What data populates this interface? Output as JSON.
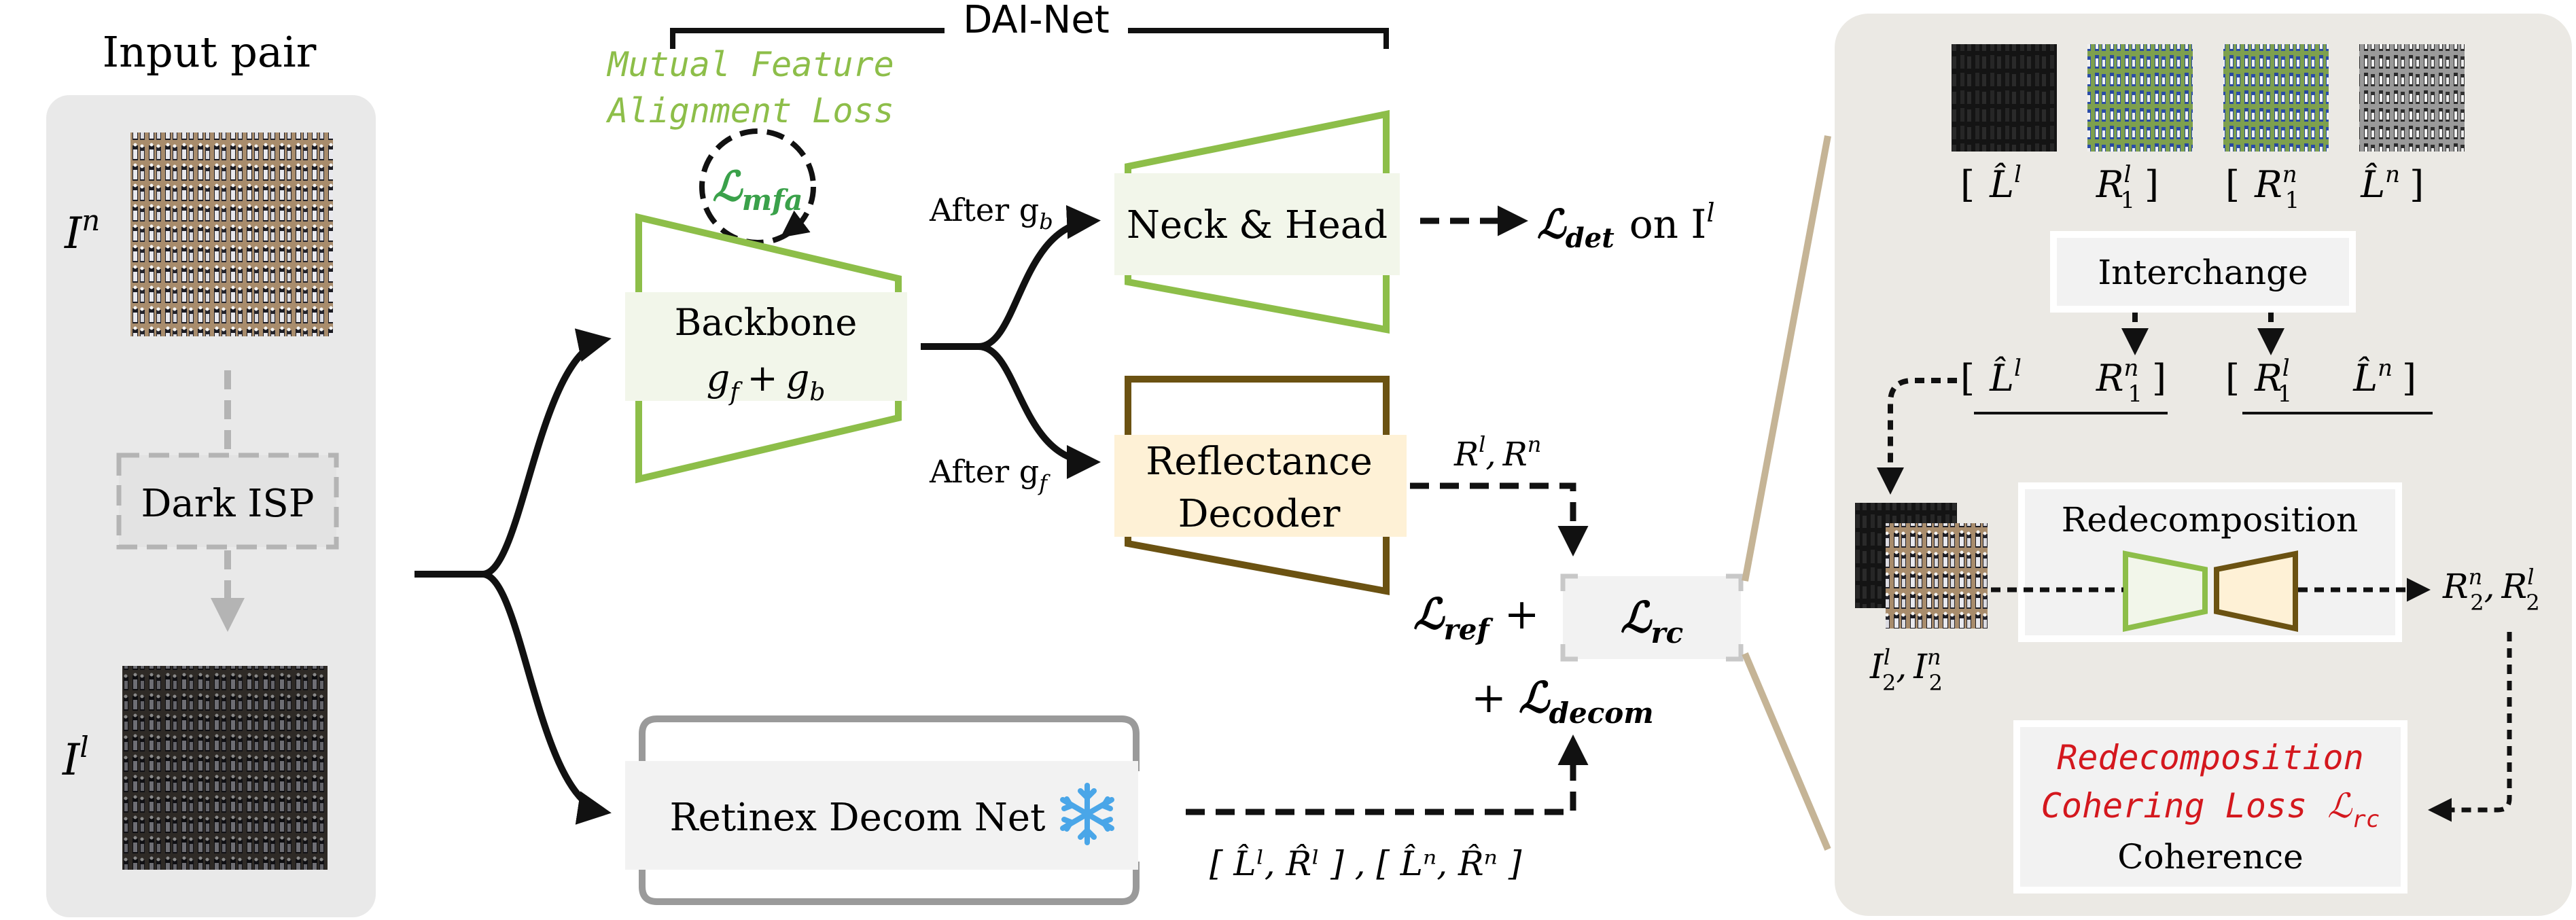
{
  "title": "DAI-Net",
  "input_panel": {
    "title": "Input pair",
    "normal_label": "I",
    "normal_sup": "n",
    "low_label": "I",
    "low_sup": "l",
    "isp_label": "Dark ISP"
  },
  "mfa": {
    "caption_line1": "Mutual Feature",
    "caption_line2": "Alignment Loss",
    "loss_main": "ℒ",
    "loss_sub": "mfa",
    "caption_color": "#8dbe49",
    "loss_color": "#3aa14a"
  },
  "backbone": {
    "line1": "Backbone",
    "g1": "g",
    "g1_sub": "f",
    "plus": "+",
    "g2": "g",
    "g2_sub": "b"
  },
  "after_gb": {
    "text": "After g",
    "sub": "b"
  },
  "after_gf": {
    "text": "After g",
    "sub": "f"
  },
  "neck_head": "Neck & Head",
  "det_loss": {
    "main": "ℒ",
    "sub": "det",
    "suffix": "on I",
    "suffix_sup": "l"
  },
  "reflectance": {
    "line1": "Reflectance",
    "line2": "Decoder"
  },
  "r_outputs": {
    "r": "R",
    "sup_l": "l",
    "sep": ",",
    "r2": "R",
    "sup_n": "n"
  },
  "loss_ref": {
    "main": "ℒ",
    "sub": "ref",
    "plus": "+"
  },
  "loss_rc_box": {
    "main": "ℒ",
    "sub": "rc"
  },
  "loss_decom": {
    "plus": "+",
    "main": "ℒ",
    "sub": "decom"
  },
  "retinex": {
    "label": "Retinex Decom Net",
    "icon": "snowflake-icon"
  },
  "retinex_outputs": "[ L̂ˡ, R̂ˡ ] , [ L̂ⁿ, R̂ⁿ ]",
  "right_panel": {
    "top_labels_left": {
      "open": "[",
      "a": "L̂",
      "a_sup": "l",
      "b": "R",
      "b_sup": "l",
      "b_sub": "1",
      "close": "]"
    },
    "top_labels_right": {
      "open": "[",
      "a": "R",
      "a_sup": "n",
      "a_sub": "1",
      "b": "L̂",
      "b_sup": "n",
      "close": "]"
    },
    "interchange": "Interchange",
    "mid_labels_left": {
      "open": "[",
      "a": "L̂",
      "a_sup": "l",
      "b": "R",
      "b_sup": "n",
      "b_sub": "1",
      "close": "]"
    },
    "mid_labels_right": {
      "open": "[",
      "a": "R",
      "a_sup": "l",
      "a_sub": "1",
      "b": "L̂",
      "b_sup": "n",
      "close": "]"
    },
    "redecomposition": "Redecomposition",
    "i2_label": {
      "a": "I",
      "a_sup": "l",
      "a_sub": "2",
      "sep": ",",
      "b": "I",
      "b_sup": "n",
      "b_sub": "2"
    },
    "r2_label": {
      "a": "R",
      "a_sup": "n",
      "a_sub": "2",
      "sep": ",",
      "b": "R",
      "b_sup": "l",
      "b_sub": "2"
    },
    "coherence_line1": "Redecomposition",
    "coherence_line2": "Cohering Loss ℒ",
    "coherence_line2_sub": "rc",
    "coherence_caption": "Coherence",
    "coherence_color": "#d4181e"
  },
  "colors": {
    "green": "#8dbe49",
    "brown": "#6b5212",
    "panel_gray": "#e9e9e9",
    "right_panel": "#ebe9e4",
    "box_gray": "#f2f2f2",
    "box_green": "#f2f6ea",
    "box_yellow": "#fef1d6",
    "connector_tan": "#c5b496"
  }
}
